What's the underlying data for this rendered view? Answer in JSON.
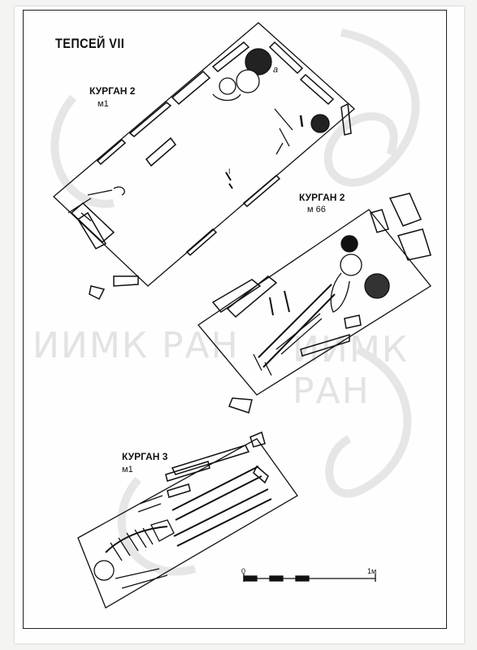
{
  "plate": {
    "title": "ТЕПСЕЙ VII",
    "watermark": "ИИМК РАН"
  },
  "burials": [
    {
      "kurgan": "КУРГАН 2",
      "grave": "м1"
    },
    {
      "kurgan": "КУРГАН 2",
      "grave": "м 66"
    },
    {
      "kurgan": "КУРГАН 3",
      "grave": "м1"
    }
  ],
  "annotations": {
    "vessel_mark": "а",
    "sherd_mark": "I"
  },
  "scale_bar": {
    "start": "0",
    "end": "1м"
  }
}
